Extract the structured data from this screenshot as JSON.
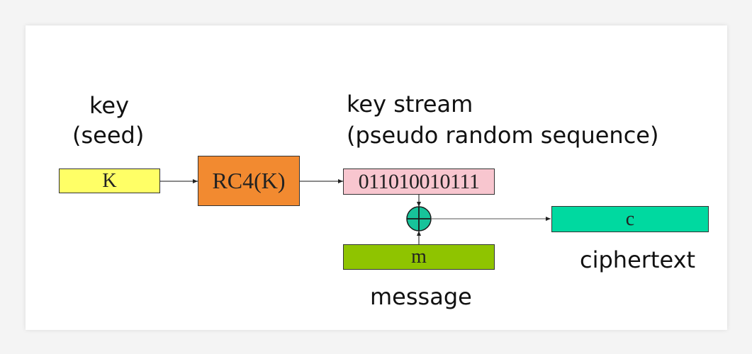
{
  "labels": {
    "key_line1": "key",
    "key_line2": "(seed)",
    "keystream_line1": "key stream",
    "keystream_line2": "(pseudo random sequence)",
    "ciphertext": "ciphertext",
    "message": "message"
  },
  "boxes": {
    "key": {
      "text": "K",
      "fill": "#ffff66"
    },
    "rc4": {
      "text": "RC4(K)",
      "fill": "#f28a30"
    },
    "keystream": {
      "text": "011010010111",
      "fill": "#f8c6cf"
    },
    "message": {
      "text": "m",
      "fill": "#8fc400"
    },
    "ciphertext": {
      "text": "c",
      "fill": "#00d9a0"
    }
  },
  "xor": {
    "symbol": "xor-operator",
    "fill": "#17c39a"
  }
}
